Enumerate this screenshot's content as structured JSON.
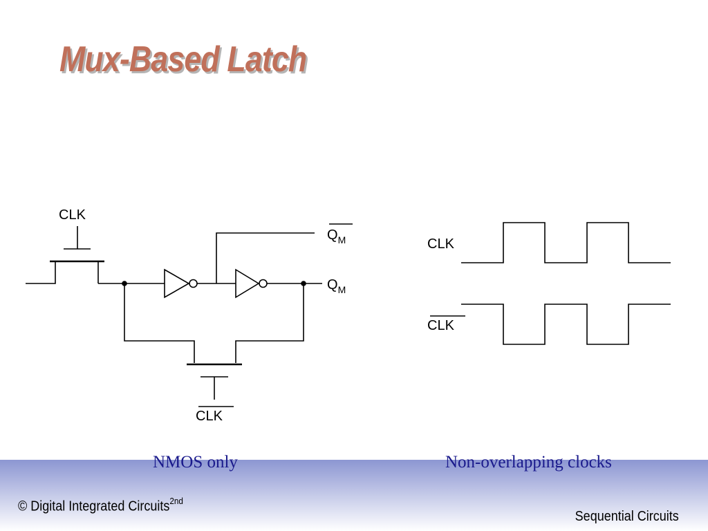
{
  "slide": {
    "title": "Mux-Based Latch",
    "title_color": "#c0705a",
    "caption_color": "#1a1a8c",
    "footer_gradient": [
      "#8c96d2",
      "#ffffff"
    ]
  },
  "circuit": {
    "clk_label": "CLK",
    "clkb_label": "CLK",
    "qm_bar_base": "Q",
    "qm_bar_sub": "M",
    "qm_base": "Q",
    "qm_sub": "M"
  },
  "waveforms": {
    "clk_label": "CLK",
    "clkb_label": "CLK"
  },
  "captions": {
    "left": "NMOS only",
    "right": "Non-overlapping clocks"
  },
  "footer": {
    "copyright_text": "© Digital Integrated Circuits",
    "edition_superscript": "2nd",
    "chapter": "Sequential Circuits"
  }
}
